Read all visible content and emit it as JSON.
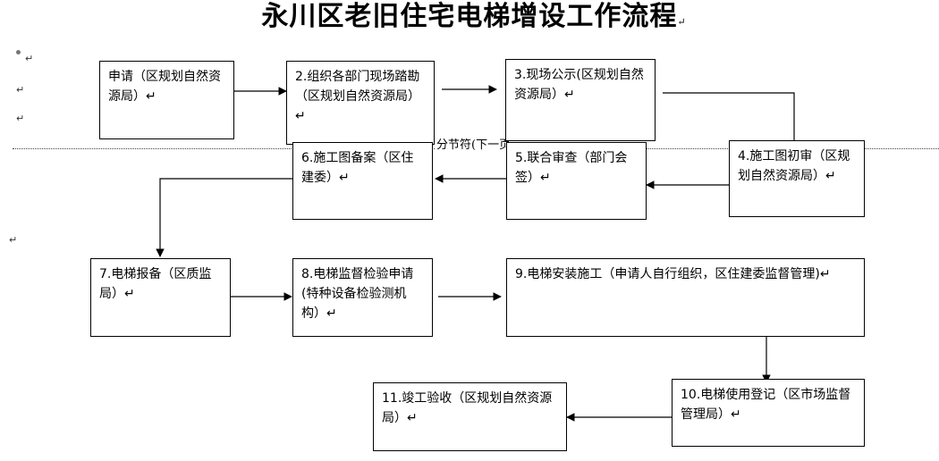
{
  "title": "永川区老旧住宅电梯增设工作流程",
  "title_mark": "↵",
  "margin_marks": [
    "↵",
    "↵",
    "↵",
    "↵"
  ],
  "section_break": "分节符(下一页",
  "steps": [
    {
      "text": "申请（区规划自然资源局）↵"
    },
    {
      "text": "2.组织各部门现场踏勘（区规划自然资源局）↵"
    },
    {
      "text": "3.现场公示(区规划自然资源局）↵"
    },
    {
      "text": "4.施工图初审（区规划自然资源局）↵"
    },
    {
      "text": "5.联合审查（部门会签）↵"
    },
    {
      "text": "6.施工图备案（区住建委）↵"
    },
    {
      "text": "7.电梯报备（区质监局）↵"
    },
    {
      "text": "8.电梯监督检验申请(特种设备检验测机构）↵"
    },
    {
      "text": "9.电梯安装施工（申请人自行组织，区住建委监督管理)↵"
    },
    {
      "text": "10.电梯使用登记（区市场监督管理局）↵"
    },
    {
      "text": "11.竣工验收（区规划自然资源局）↵"
    }
  ]
}
